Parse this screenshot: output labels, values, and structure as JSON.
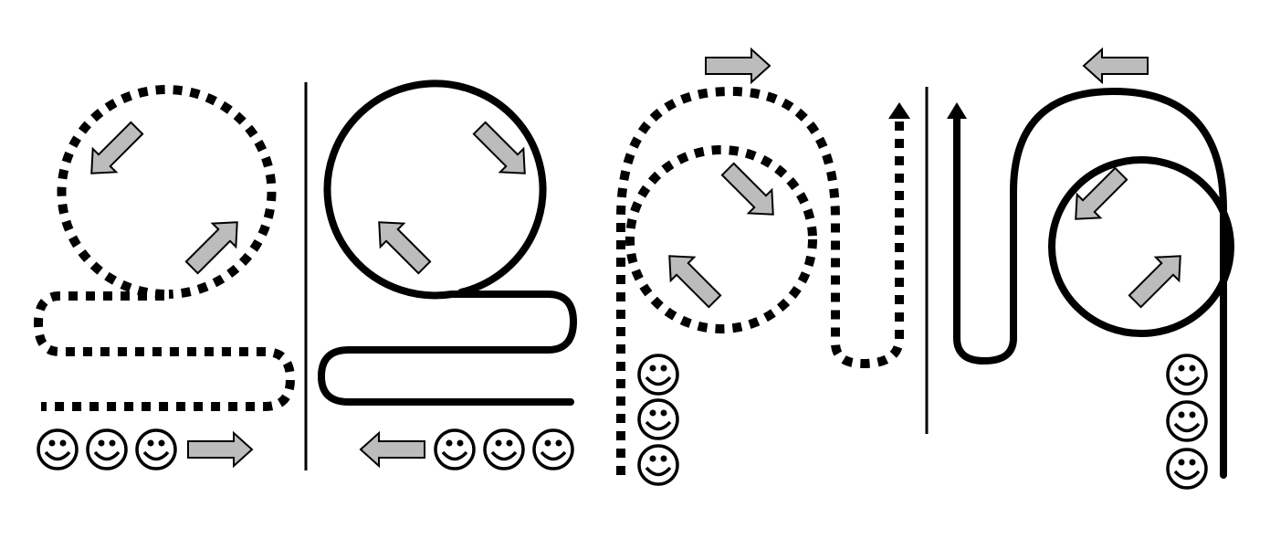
{
  "figure": {
    "panels": [
      {
        "id": "panel-1",
        "path_style": "dashed",
        "loop_direction": "counter-clockwise",
        "people_count": 3,
        "flow": "right"
      },
      {
        "id": "panel-2",
        "path_style": "solid",
        "loop_direction": "clockwise",
        "people_count": 3,
        "flow": "left"
      },
      {
        "id": "panel-3",
        "path_style": "dashed",
        "loop_direction": "clockwise",
        "people_count": 3,
        "flow": "up"
      },
      {
        "id": "panel-4",
        "path_style": "solid",
        "loop_direction": "counter-clockwise",
        "people_count": 3,
        "flow": "up"
      }
    ],
    "icons": [
      "smiley-face-icon",
      "block-arrow-icon",
      "arrowhead-icon"
    ],
    "colors": {
      "line": "#000000",
      "arrow_fill": "#bcbcbc",
      "background": "#ffffff"
    }
  }
}
